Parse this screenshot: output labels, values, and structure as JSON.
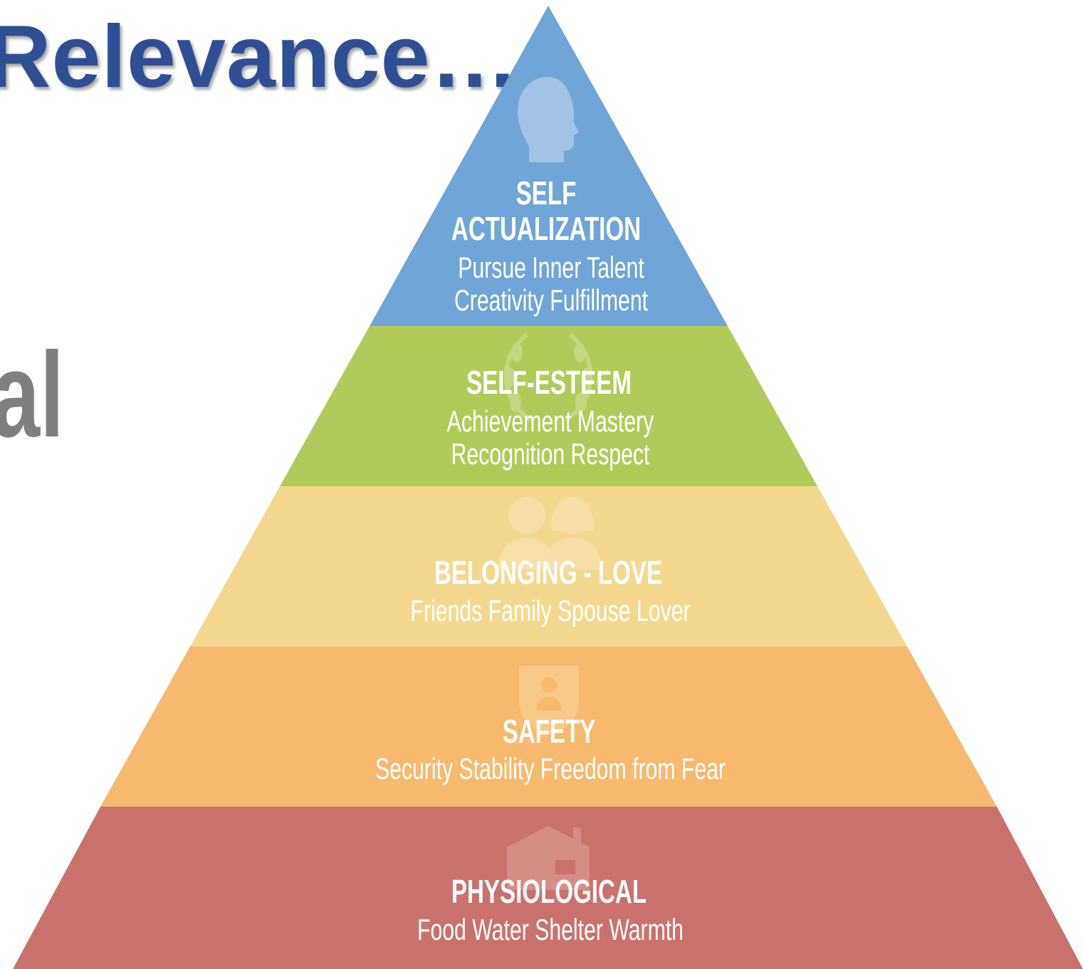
{
  "header": {
    "title": "Relevance…",
    "side_word": "al"
  },
  "pyramid": {
    "tiers": [
      {
        "key": "self-actualization",
        "title_lines": [
          "SELF",
          "ACTUALIZATION"
        ],
        "lines": [
          "Pursue Inner Talent",
          "Creativity Fulfillment"
        ],
        "color": "#6fa5d7",
        "icon": "head-icon"
      },
      {
        "key": "self-esteem",
        "title_lines": [
          "SELF-ESTEEM"
        ],
        "lines": [
          "Achievement  Mastery",
          "Recognition  Respect"
        ],
        "color": "#b1cb5a",
        "icon": "laurel-wreath-icon"
      },
      {
        "key": "belonging-love",
        "title_lines": [
          "BELONGING - LOVE"
        ],
        "lines": [
          "Friends  Family  Spouse Lover"
        ],
        "color": "#f5d88f",
        "icon": "couple-icon"
      },
      {
        "key": "safety",
        "title_lines": [
          "SAFETY"
        ],
        "lines": [
          "Security  Stability  Freedom from Fear"
        ],
        "color": "#f6b96e",
        "icon": "shield-person-icon"
      },
      {
        "key": "physiological",
        "title_lines": [
          "PHYSIOLOGICAL"
        ],
        "lines": [
          "Food  Water  Shelter  Warmth"
        ],
        "color": "#c9726b",
        "icon": "house-icon"
      }
    ]
  }
}
